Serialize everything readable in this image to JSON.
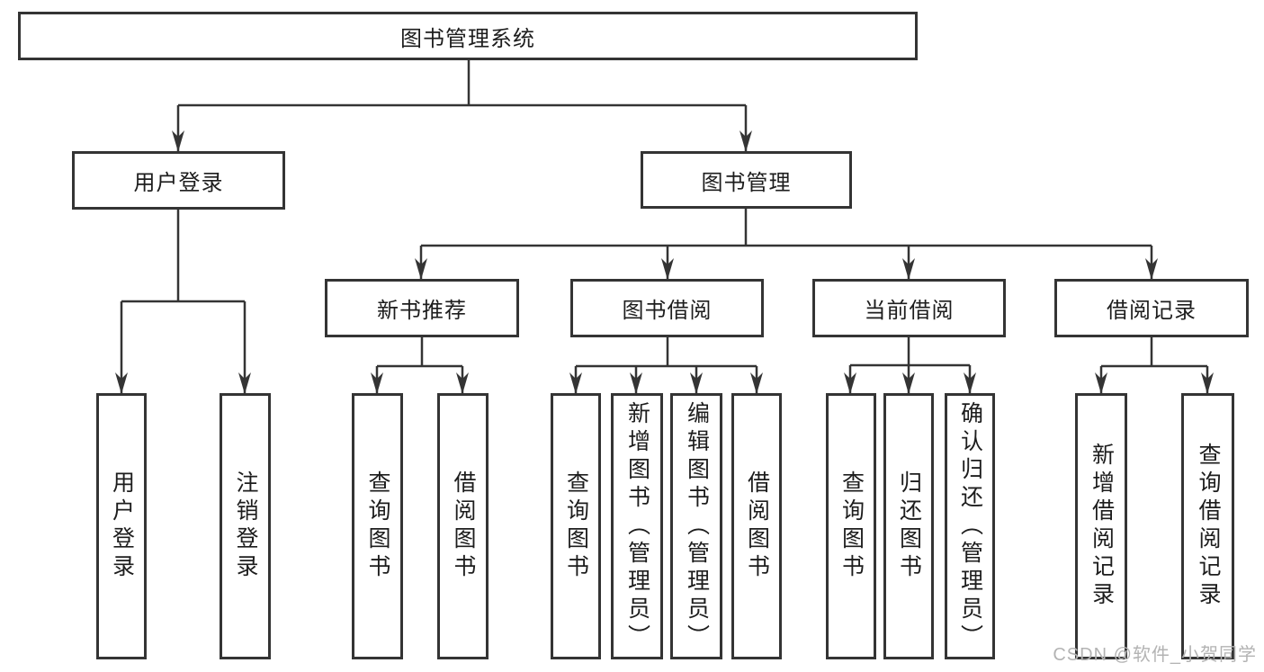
{
  "diagram": {
    "root": {
      "label": "图书管理系统"
    },
    "branches": [
      {
        "label": "用户登录",
        "children": [
          {
            "label": "用户登录"
          },
          {
            "label": "注销登录"
          }
        ]
      },
      {
        "label": "图书管理",
        "children": [
          {
            "label": "新书推荐",
            "children": [
              {
                "label": "查询图书"
              },
              {
                "label": "借阅图书"
              }
            ]
          },
          {
            "label": "图书借阅",
            "children": [
              {
                "label": "查询图书"
              },
              {
                "label": "新增图书（管理员）"
              },
              {
                "label": "编辑图书（管理员）"
              },
              {
                "label": "借阅图书"
              }
            ]
          },
          {
            "label": "当前借阅",
            "children": [
              {
                "label": "查询图书"
              },
              {
                "label": "归还图书"
              },
              {
                "label": "确认归还（管理员）"
              }
            ]
          },
          {
            "label": "借阅记录",
            "children": [
              {
                "label": "新增借阅记录"
              },
              {
                "label": "查询借阅记录"
              }
            ]
          }
        ]
      }
    ]
  },
  "watermark": {
    "text": "CSDN @软件_小贺同学",
    "color": "#b3b3b3"
  },
  "colors": {
    "line": "#343434",
    "box_border": "#343434",
    "box_fill": "#ffffff",
    "text": "#1d1d1d",
    "background": "#ffffff"
  }
}
